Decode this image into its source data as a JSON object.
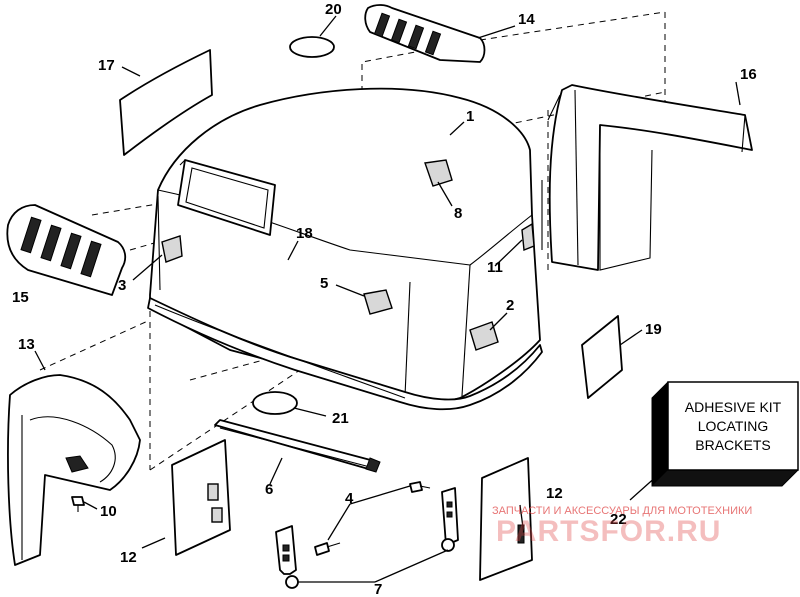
{
  "callouts": {
    "n1": "1",
    "n2": "2",
    "n3": "3",
    "n4": "4",
    "n5": "5",
    "n6": "6",
    "n7": "7",
    "n8": "8",
    "n10": "10",
    "n11": "11",
    "n12a": "12",
    "n12b": "12",
    "n13": "13",
    "n14": "14",
    "n15": "15",
    "n16": "16",
    "n17": "17",
    "n18": "18",
    "n19": "19",
    "n20": "20",
    "n21": "21",
    "n22": "22"
  },
  "kit_box": {
    "line1": "ADHESIVE KIT",
    "line2": "LOCATING",
    "line3": "BRACKETS"
  },
  "watermark": {
    "tagline": "ЗАПЧАСТИ И АКСЕССУАРЫ ДЛЯ МОТОТЕХНИКИ",
    "site": "PARTSFOR.RU"
  }
}
